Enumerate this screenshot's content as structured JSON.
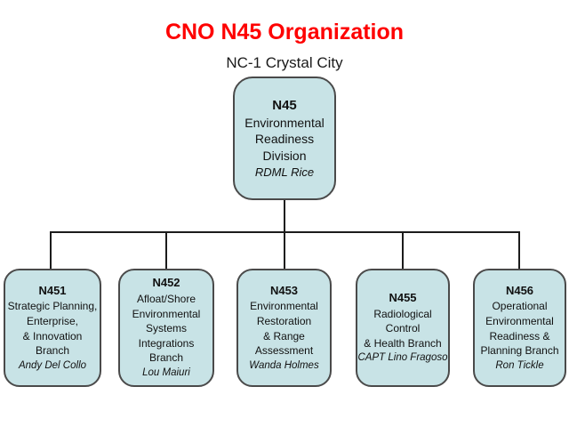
{
  "slide": {
    "title": "CNO N45 Organization",
    "subtitle": "NC-1 Crystal City",
    "colors": {
      "title_red": "#fe0000",
      "box_fill": "#c8e3e6",
      "box_border": "#4a4a4a",
      "connector": "#1c1c1c",
      "background": "#ffffff"
    }
  },
  "org": {
    "root": {
      "code": "N45",
      "lines": [
        "Environmental",
        "Readiness",
        "Division"
      ],
      "leader": "RDML Rice"
    },
    "children": [
      {
        "code": "N451",
        "lines": [
          "Strategic Planning,",
          "Enterprise,",
          "& Innovation",
          "Branch"
        ],
        "leader": "Andy Del Collo"
      },
      {
        "code": "N452",
        "lines": [
          "Afloat/Shore",
          "Environmental",
          "Systems",
          "Integrations",
          "Branch"
        ],
        "leader": "Lou Maiuri"
      },
      {
        "code": "N453",
        "lines": [
          "Environmental",
          "Restoration",
          "& Range",
          "Assessment"
        ],
        "leader": "Wanda Holmes"
      },
      {
        "code": "N455",
        "lines": [
          "Radiological",
          "Control",
          "& Health Branch"
        ],
        "leader": "CAPT Lino Fragoso"
      },
      {
        "code": "N456",
        "lines": [
          "Operational",
          "Environmental",
          "Readiness &",
          "Planning Branch"
        ],
        "leader": "Ron Tickle"
      }
    ]
  }
}
